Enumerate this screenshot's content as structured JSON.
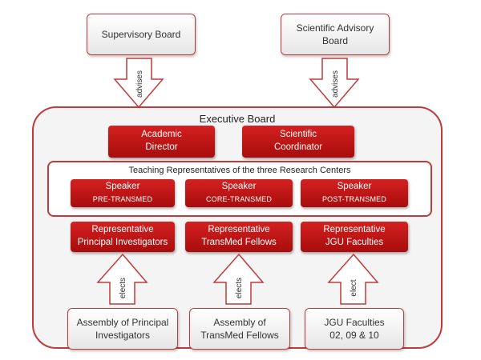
{
  "top_boxes": {
    "supervisory_board": "Supervisory Board",
    "scientific_advisory_board": [
      "Scientific Advisory",
      "Board"
    ]
  },
  "arrows": {
    "advises_left": "advises",
    "advises_right": "advises",
    "elects_left": "elects",
    "elects_middle": "elects",
    "elect_right": "elect"
  },
  "executive_board": {
    "title": "Executive Board",
    "academic_director": [
      "Academic",
      "Director"
    ],
    "scientific_coordinator": [
      "Scientific",
      "Coordinator"
    ]
  },
  "teaching": {
    "title": "Teaching Representatives of the three Research Centers",
    "speakers": [
      {
        "line1": "Speaker",
        "line2": "Pre-TransMed"
      },
      {
        "line1": "Speaker",
        "line2": "Core-TransMed"
      },
      {
        "line1": "Speaker",
        "line2": "Post-TransMed"
      }
    ]
  },
  "representatives": [
    {
      "line1": "Representative",
      "line2": "Principal Investigators"
    },
    {
      "line1": "Representative",
      "line2": "TransMed Fellows"
    },
    {
      "line1": "Representative",
      "line2": "JGU Faculties"
    }
  ],
  "bottom_boxes": {
    "assembly_pi": [
      "Assembly of Principal",
      "Investigators"
    ],
    "assembly_fellows": [
      "Assembly of",
      "TransMed Fellows"
    ],
    "jgu_faculties": [
      "JGU Faculties",
      "02, 09 & 10"
    ]
  },
  "colors": {
    "accent_red": "#c03a3a",
    "box_red": "#b81414",
    "frame_fill": "#f4f4f4"
  }
}
